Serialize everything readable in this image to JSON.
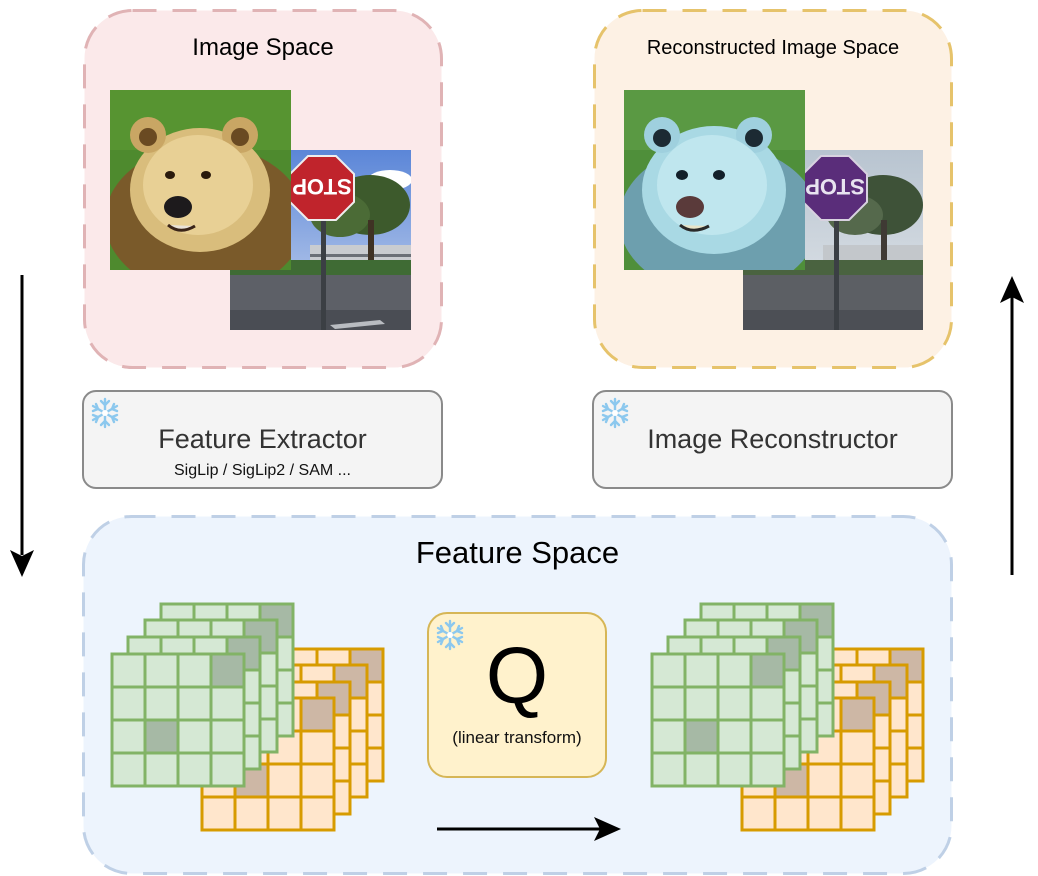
{
  "colors": {
    "image_space_bg": "#fbe9ea",
    "image_space_border": "#e0b3b5",
    "recon_space_bg": "#fdf1e4",
    "recon_space_border": "#e6c36b",
    "feature_space_bg": "#edf4fd",
    "feature_space_border": "#bfd0e6",
    "green_fill": "#d5e8d4",
    "green_stroke": "#82b366",
    "green_dark": "#a6b9a5",
    "orange_fill": "#ffe6cc",
    "orange_stroke": "#d79b00",
    "orange_dark": "#cdb7a5",
    "q_fill": "#fff2cc",
    "q_stroke": "#d6b656"
  },
  "image_space": {
    "title": "Image Space",
    "images": [
      {
        "name": "bear",
        "label": "brown bear photo"
      },
      {
        "name": "stop-sign",
        "label": "upside-down stop sign photo",
        "sign_text": "STOP"
      }
    ]
  },
  "reconstructed_space": {
    "title": "Reconstructed Image Space",
    "images": [
      {
        "name": "bear",
        "label": "reconstructed bear (bluish tint)"
      },
      {
        "name": "stop-sign",
        "label": "reconstructed stop sign (purple tint)",
        "sign_text": "STOP"
      }
    ]
  },
  "feature_extractor": {
    "title": "Feature Extractor",
    "subtitle": "SigLip / SigLip2 / SAM ...",
    "icon": "snowflake-icon",
    "frozen": true
  },
  "image_reconstructor": {
    "title": "Image Reconstructor",
    "icon": "snowflake-icon",
    "frozen": true
  },
  "feature_space": {
    "title": "Feature Space",
    "transform": {
      "letter": "Q",
      "label": "(linear transform)",
      "icon": "snowflake-icon",
      "frozen": true
    }
  },
  "arrows": {
    "left": "down",
    "right": "up",
    "bottom": "right"
  }
}
